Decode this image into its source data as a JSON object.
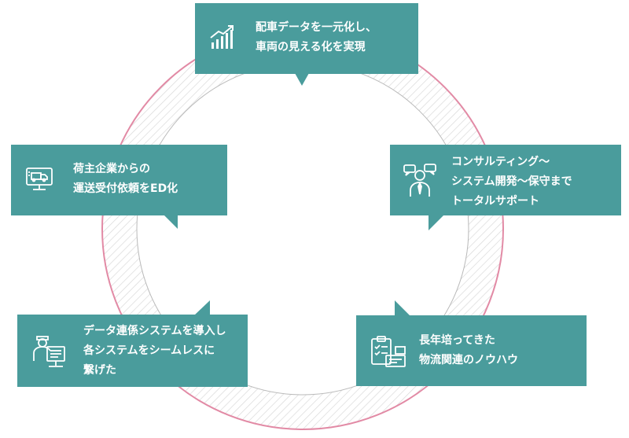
{
  "colors": {
    "card": "#4a9c9c",
    "ring_outer": "#e28aa5",
    "ring_inner": "#b9b9b9",
    "hatch": "#d9d9d9"
  },
  "cards": {
    "top": {
      "icon": "growth-chart-icon",
      "lines": [
        "配車データを一元化し、",
        "車両の見える化を実現"
      ]
    },
    "left": {
      "icon": "monitor-truck-icon",
      "lines": [
        "荷主企業からの",
        "運送受付依頼をED化"
      ]
    },
    "right": {
      "icon": "consultant-icon",
      "lines": [
        "コンサルティング～",
        "システム開発～保守まで",
        "トータルサポート"
      ]
    },
    "bottom_left": {
      "icon": "operator-terminal-icon",
      "lines": [
        "データ連係システムを導入し",
        "各システムをシームレスに",
        "繋げた"
      ]
    },
    "bottom_right": {
      "icon": "clipboard-documents-icon",
      "lines": [
        "長年培ってきた",
        "物流関連のノウハウ"
      ]
    }
  }
}
